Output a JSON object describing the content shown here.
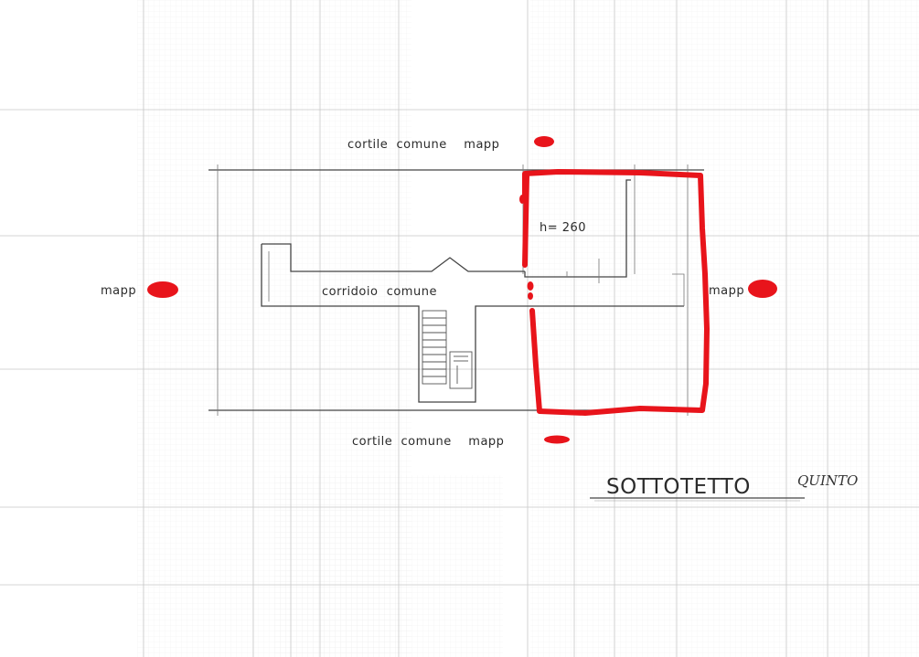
{
  "labels": {
    "top_courtyard": "cortile  comune    mapp",
    "bottom_courtyard": "cortile  comune    mapp",
    "left_mapp": "mapp",
    "right_mapp": "mapp",
    "corridor": "corridoio  comune",
    "height": "h= 260",
    "floor_title": "SOTTOTETTO",
    "floor_title_handwritten": "QUINTO"
  },
  "colors": {
    "paper": "#ffffff",
    "grid_fine": "#d9d9d9",
    "grid_major": "#b0b0b0",
    "lines": "#444444",
    "highlight": "#e8141b"
  },
  "annotations": {
    "highlight_shape": "hand-drawn red rectangle marking the right-hand unit",
    "redactions": "red marker blots covering the parcel (mapp) numbers"
  }
}
